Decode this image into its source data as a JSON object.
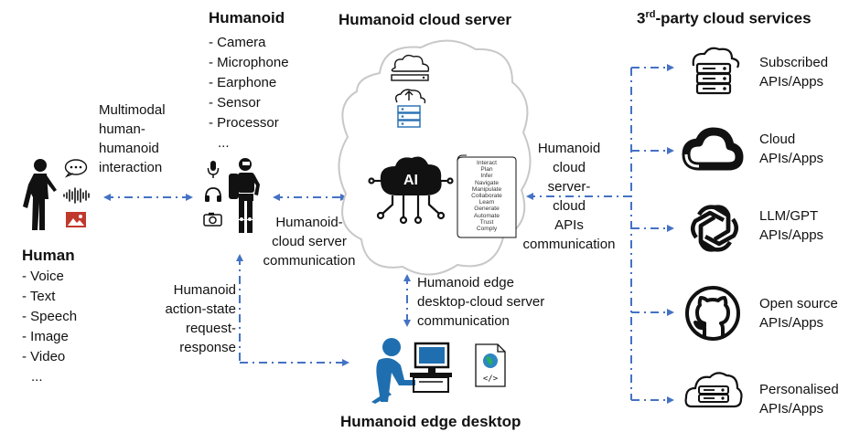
{
  "human": {
    "title": "Human",
    "items": [
      "- Voice",
      "- Text",
      "- Speech",
      "- Image",
      "- Video",
      "..."
    ]
  },
  "multimodal_label": [
    "Multimodal",
    "human-",
    "humanoid",
    "interaction"
  ],
  "humanoid": {
    "title": "Humanoid",
    "items": [
      "- Camera",
      "- Microphone",
      "- Earphone",
      "- Sensor",
      "- Processor",
      "..."
    ]
  },
  "humanoid_cloud_label": [
    "Humanoid-",
    "cloud server",
    "communication"
  ],
  "action_state_label": [
    "Humanoid",
    "action-state",
    "request-",
    "response"
  ],
  "cloud_server": {
    "title": "Humanoid cloud server",
    "ai_label": "AI",
    "scroll_items": [
      "Interact",
      "Plan",
      "Infer",
      "Navigate",
      "Manipulate",
      "Collaborate",
      "Learn",
      "Generate",
      "Automate",
      "Trust",
      "Comply"
    ]
  },
  "edge_cloud_label": [
    "Humanoid edge",
    "desktop-cloud server",
    "communication"
  ],
  "cloud_api_label": [
    "Humanoid",
    "cloud",
    "server-",
    "cloud",
    "APIs",
    "communication"
  ],
  "edge_desktop": {
    "title": "Humanoid edge desktop"
  },
  "third_party": {
    "title_prefix": "3",
    "title_sup": "rd",
    "title_suffix": "-party cloud services",
    "services": [
      {
        "line1": "Subscribed",
        "line2": "APIs/Apps",
        "icon": "server-cloud-icon"
      },
      {
        "line1": "Cloud",
        "line2": "APIs/Apps",
        "icon": "google-cloud-icon"
      },
      {
        "line1": "LLM/GPT",
        "line2": "APIs/Apps",
        "icon": "openai-icon"
      },
      {
        "line1": "Open source",
        "line2": "APIs/Apps",
        "icon": "github-icon"
      },
      {
        "line1": "Personalised",
        "line2": "APIs/Apps",
        "icon": "server-cloud-icon"
      }
    ]
  },
  "colors": {
    "arrow": "#4472c4",
    "icon": "#111111",
    "photo_red": "#c0392b",
    "cloud_stroke": "#c8c8c8",
    "person_blue": "#1f6fb0"
  }
}
